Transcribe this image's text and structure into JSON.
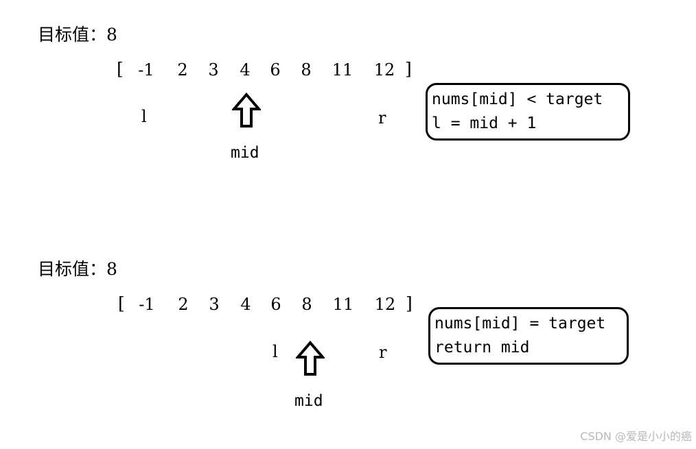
{
  "panels": [
    {
      "title": "目标值：8",
      "open_bracket": "[",
      "close_bracket": "]",
      "array": [
        "-1",
        "2",
        "3",
        "4",
        "6",
        "8",
        "11",
        "12"
      ],
      "left_pointer": "l",
      "right_pointer": "r",
      "mid_label": "mid",
      "note_lines": [
        "nums[mid] < target",
        "l = mid + 1"
      ]
    },
    {
      "title": "目标值：8",
      "open_bracket": "[",
      "close_bracket": "]",
      "array": [
        "-1",
        "2",
        "3",
        "4",
        "6",
        "8",
        "11",
        "12"
      ],
      "left_pointer": "l",
      "right_pointer": "r",
      "mid_label": "mid",
      "note_lines": [
        "nums[mid] = target",
        "return mid"
      ]
    }
  ],
  "watermark": "CSDN @爱是小小的癌"
}
